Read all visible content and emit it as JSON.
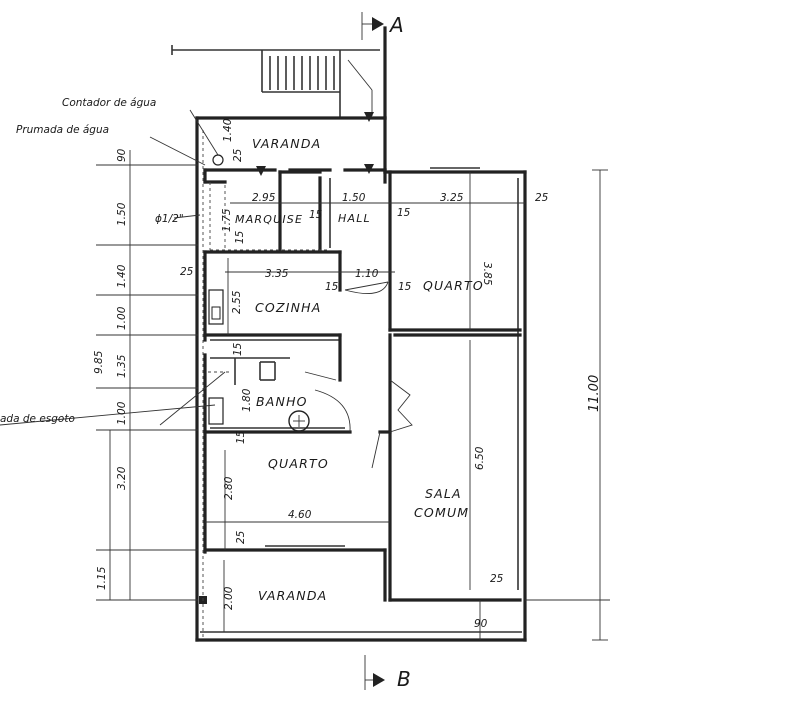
{
  "rooms": {
    "varanda_top": "VARANDA",
    "marquise": "MARQUISE",
    "hall": "HALL",
    "quarto_right": "QUARTO",
    "cozinha": "COZINHA",
    "banho": "BANHO",
    "quarto_left": "QUARTO",
    "sala_line1": "SALA",
    "sala_line2": "COMUM",
    "varanda_bottom": "VARANDA"
  },
  "notes": {
    "contador": "Contador de água",
    "prumada_agua": "Prumada de água",
    "prumada_esgoto": "ada de esgoto",
    "pipe": "ϕ1/2\""
  },
  "sections": {
    "top": "A",
    "bottom": "B"
  },
  "dims": {
    "d_1_40": "1.40",
    "d_25_a": "25",
    "d_2_95": "2.95",
    "d_1_50_h": "1.50",
    "d_15_a": "15",
    "d_15_b": "15",
    "d_3_25": "3.25",
    "d_25_b": "25",
    "d_1_75": "1.75",
    "d_15_c": "15",
    "d_3_85": "3.85",
    "d_25_c": "25",
    "d_3_35": "3.35",
    "d_1_10": "1.10",
    "d_15_d": "15",
    "d_15_e": "15",
    "d_2_55": "2.55",
    "d_15_f": "15",
    "d_1_80": "1.80",
    "d_15_g": "15",
    "d_2_80": "2.80",
    "d_4_60": "4.60",
    "d_25_d": "25",
    "d_6_50": "6.50",
    "d_11_00": "11.00",
    "d_2_00": "2.00",
    "d_25_e": "25",
    "d_90_b": "90",
    "l_90": "90",
    "l_1_50": "1.50",
    "l_1_40": "1.40",
    "l_1_00a": "1.00",
    "l_1_35": "1.35",
    "l_1_00b": "1.00",
    "l_9_85": "9.85",
    "l_3_20": "3.20",
    "l_1_15": "1.15"
  }
}
